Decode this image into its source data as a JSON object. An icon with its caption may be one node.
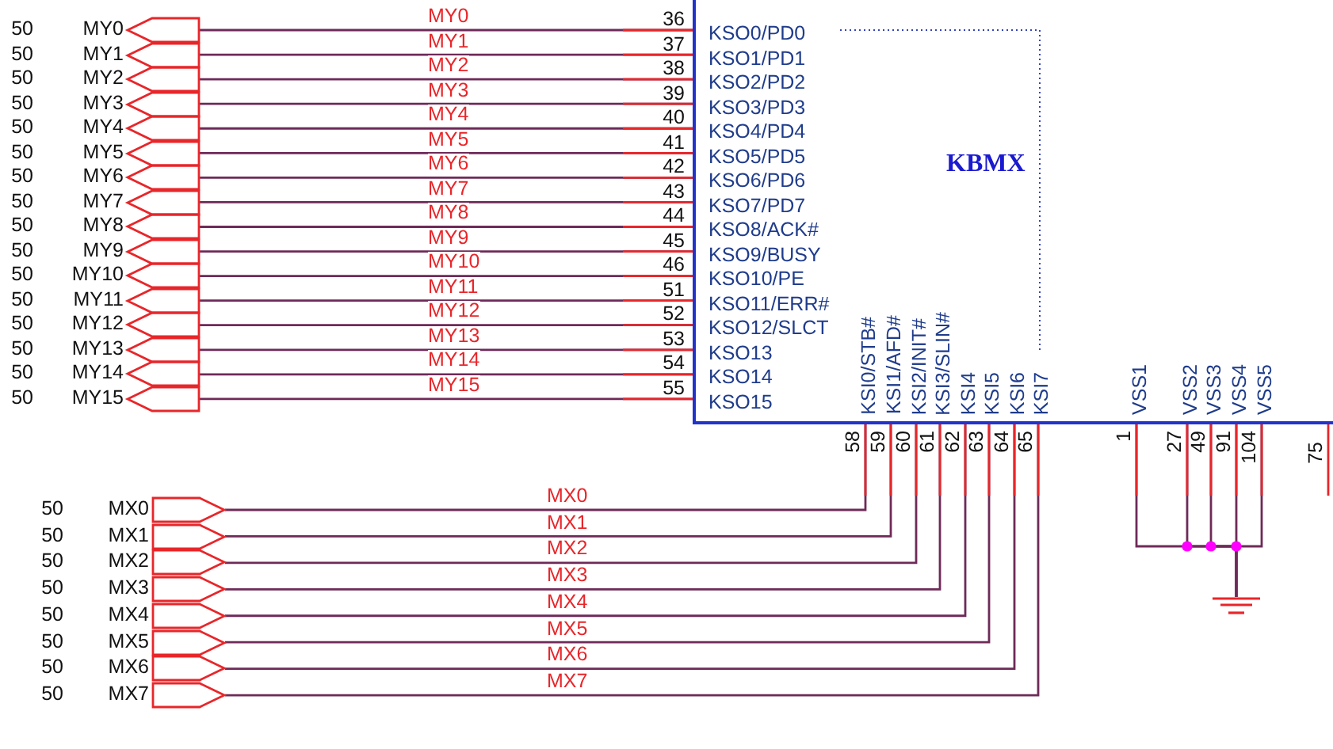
{
  "diagram": {
    "nodes": [
      {
        "text": [
          "MY0"
        ]
      },
      {
        "text": [
          "MY1"
        ]
      },
      {
        "text": [
          "MY2"
        ]
      },
      {
        "text": [
          "MY3"
        ]
      },
      {
        "text": [
          "MY4"
        ]
      },
      {
        "text": [
          "MY5"
        ]
      },
      {
        "text": [
          "MY6"
        ]
      },
      {
        "text": [
          "MY7"
        ]
      },
      {
        "text": [
          "MY8"
        ]
      },
      {
        "text": [
          "MY9"
        ]
      },
      {
        "text": [
          "MY10"
        ]
      },
      {
        "text": [
          "MY11"
        ]
      },
      {
        "text": [
          "MY12"
        ]
      },
      {
        "text": [
          "MY13"
        ]
      },
      {
        "text": [
          "MY14"
        ]
      },
      {
        "text": [
          "MY15"
        ]
      },
      {
        "text": [
          "KBMX"
        ]
      },
      {
        "text": [
          "KSO0/PD0"
        ],
        "in": 16,
        "beside": [
          "36"
        ]
      },
      {
        "text": [
          "KSO1/PD1"
        ],
        "in": 16,
        "beside": [
          "37"
        ]
      },
      {
        "text": [
          "KSO2/PD2"
        ],
        "in": 16,
        "beside": [
          "38"
        ]
      },
      {
        "text": [
          "KSO3/PD3"
        ],
        "in": 16,
        "beside": [
          "39"
        ]
      },
      {
        "text": [
          "KSO4/PD4"
        ],
        "in": 16,
        "beside": [
          "40"
        ]
      },
      {
        "text": [
          "KSO5/PD5"
        ],
        "in": 16,
        "beside": [
          "41"
        ]
      },
      {
        "text": [
          "KSO6/PD6"
        ],
        "in": 16,
        "beside": [
          "42"
        ]
      },
      {
        "text": [
          "KSO7/PD7"
        ],
        "in": 16,
        "beside": [
          "43"
        ]
      },
      {
        "text": [
          "KSO8/ACK#"
        ],
        "in": 16,
        "beside": [
          "44"
        ]
      },
      {
        "text": [
          "KSO9/BUSY"
        ],
        "in": 16,
        "beside": [
          "45"
        ]
      },
      {
        "text": [
          "KSO10/PE"
        ],
        "in": 16,
        "beside": [
          "46"
        ]
      },
      {
        "text": [
          "KSO11/ERR#"
        ],
        "in": 16,
        "beside": [
          "51"
        ]
      },
      {
        "text": [
          "KSO12/SLCT"
        ],
        "in": 16,
        "beside": [
          "52"
        ]
      },
      {
        "text": [
          "KSO13"
        ],
        "in": 16,
        "beside": [
          "53"
        ]
      },
      {
        "text": [
          "KSO14"
        ],
        "in": 16,
        "beside": [
          "54"
        ]
      },
      {
        "text": [
          "KSO15"
        ],
        "in": 16,
        "beside": [
          "55"
        ]
      },
      {
        "text": [
          "KSI0/STB#"
        ],
        "in": 16,
        "beside": [
          "58"
        ]
      },
      {
        "text": [
          "KSI1/AFD#"
        ],
        "in": 16,
        "beside": [
          "59"
        ]
      },
      {
        "text": [
          "KSI2/INIT#"
        ],
        "in": 16,
        "beside": [
          "60"
        ]
      },
      {
        "text": [
          "KSI3/SLIN#"
        ],
        "in": 16,
        "beside": [
          "61"
        ]
      },
      {
        "text": [
          "KSI4"
        ],
        "in": 16,
        "beside": [
          "62"
        ]
      },
      {
        "text": [
          "KSI5"
        ],
        "in": 16,
        "beside": [
          "63"
        ]
      },
      {
        "text": [
          "KSI6"
        ],
        "in": 16,
        "beside": [
          "64"
        ]
      },
      {
        "text": [
          "KSI7"
        ],
        "in": 16,
        "beside": [
          "65"
        ]
      },
      {
        "text": [
          "VSS1"
        ],
        "in": 16,
        "beside": [
          "1"
        ]
      },
      {
        "text": [
          "VSS2"
        ],
        "in": 16,
        "beside": [
          "27"
        ]
      },
      {
        "text": [
          "VSS3"
        ],
        "in": 16,
        "beside": [
          "49"
        ]
      },
      {
        "text": [
          "VSS4"
        ],
        "in": 16,
        "beside": [
          "91"
        ]
      },
      {
        "text": [
          "VSS5"
        ],
        "in": 16,
        "beside": [
          "104"
        ]
      },
      {
        "text": [
          "MX0"
        ]
      },
      {
        "text": [
          "MX1"
        ]
      },
      {
        "text": [
          "MX2"
        ]
      },
      {
        "text": [
          "MX3"
        ]
      },
      {
        "text": [
          "MX4"
        ]
      },
      {
        "text": [
          "MX5"
        ]
      },
      {
        "text": [
          "MX6"
        ]
      },
      {
        "text": [
          "MX7"
        ]
      },
      {
        "text": [],
        "shape": "ground"
      }
    ],
    "edges": [
      {
        "from": 0,
        "to": 17,
        "arrow": "none",
        "label": "MY0"
      },
      {
        "from": 1,
        "to": 18,
        "arrow": "none",
        "label": "MY1"
      },
      {
        "from": 2,
        "to": 19,
        "arrow": "none",
        "label": "MY2"
      },
      {
        "from": 3,
        "to": 20,
        "arrow": "none",
        "label": "MY3"
      },
      {
        "from": 4,
        "to": 21,
        "arrow": "none",
        "label": "MY4"
      },
      {
        "from": 5,
        "to": 22,
        "arrow": "none",
        "label": "MY5"
      },
      {
        "from": 6,
        "to": 23,
        "arrow": "none",
        "label": "MY6"
      },
      {
        "from": 7,
        "to": 24,
        "arrow": "none",
        "label": "MY7"
      },
      {
        "from": 8,
        "to": 25,
        "arrow": "none",
        "label": "MY8"
      },
      {
        "from": 9,
        "to": 26,
        "arrow": "none",
        "label": "MY9"
      },
      {
        "from": 10,
        "to": 27,
        "arrow": "none",
        "label": "MY10"
      },
      {
        "from": 11,
        "to": 28,
        "arrow": "none",
        "label": "MY11"
      },
      {
        "from": 12,
        "to": 29,
        "arrow": "none",
        "label": "MY12"
      },
      {
        "from": 13,
        "to": 30,
        "arrow": "none",
        "label": "MY13"
      },
      {
        "from": 14,
        "to": 31,
        "arrow": "none",
        "label": "MY14"
      },
      {
        "from": 15,
        "to": 32,
        "arrow": "none",
        "label": "MY15"
      },
      {
        "from": 46,
        "to": 33,
        "arrow": "none",
        "label": "MX0"
      },
      {
        "from": 47,
        "to": 34,
        "arrow": "none",
        "label": "MX1"
      },
      {
        "from": 48,
        "to": 35,
        "arrow": "none",
        "label": "MX2"
      },
      {
        "from": 49,
        "to": 36,
        "arrow": "none",
        "label": "MX3"
      },
      {
        "from": 50,
        "to": 37,
        "arrow": "none",
        "label": "MX4"
      },
      {
        "from": 51,
        "to": 38,
        "arrow": "none",
        "label": "MX5"
      },
      {
        "from": 52,
        "to": 39,
        "arrow": "none",
        "label": "MX6"
      },
      {
        "from": 53,
        "to": 40,
        "arrow": "none",
        "label": "MX7"
      },
      {
        "from": 41,
        "to": 54,
        "arrow": "none"
      },
      {
        "from": 42,
        "to": 54,
        "arrow": "none"
      },
      {
        "from": 43,
        "to": 54,
        "arrow": "none"
      },
      {
        "from": 44,
        "to": 54,
        "arrow": "none"
      },
      {
        "from": 45,
        "to": 54,
        "arrow": "none"
      }
    ],
    "labels": [
      "50",
      "50",
      "50",
      "50",
      "50",
      "50",
      "50",
      "50",
      "50",
      "50",
      "50",
      "50",
      "50",
      "50",
      "50",
      "50",
      "75",
      "50",
      "50",
      "50",
      "50",
      "50",
      "50",
      "50",
      "50"
    ]
  }
}
